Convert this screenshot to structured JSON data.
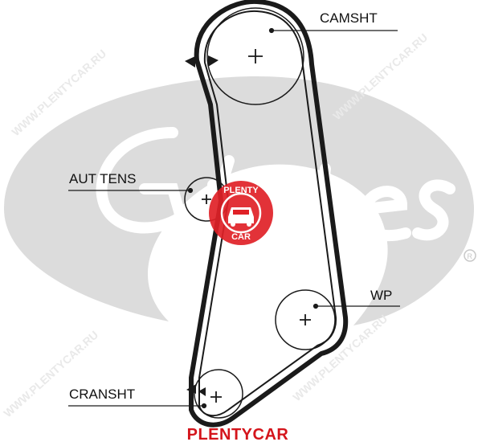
{
  "diagram": {
    "labels": {
      "camshaft": "CAMSHT",
      "auto_tensioner": "AUT TENS",
      "water_pump": "WP",
      "crankshaft": "CRANSHT"
    },
    "footer": {
      "brand": "PLENTYCAR"
    },
    "stamp": {
      "top": "PLENTY",
      "bottom": "CAR"
    },
    "watermark": {
      "text": "Gates",
      "url_text": "WWW.PLENTYCAR.RU"
    },
    "colors": {
      "belt": "#1a1a1a",
      "logo_swoosh": "#d4d4d4",
      "stamp": "#e02127",
      "footer_brand": "#d4141b"
    }
  }
}
